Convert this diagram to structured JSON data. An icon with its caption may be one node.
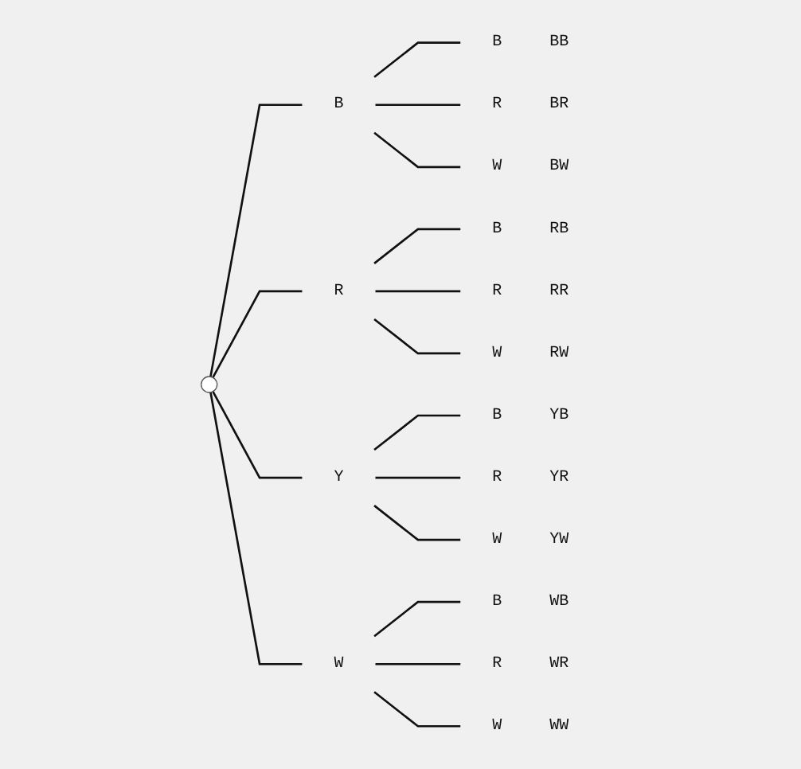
{
  "diagram": {
    "nodes": [
      {
        "text": [],
        "shape": "circle"
      },
      {
        "text": [
          "B"
        ]
      },
      {
        "text": [
          "R"
        ]
      },
      {
        "text": [
          "Y"
        ]
      },
      {
        "text": [
          "W"
        ]
      },
      {
        "text": [
          "B"
        ],
        "beside": [
          "BB"
        ]
      },
      {
        "text": [
          "R"
        ],
        "beside": [
          "BR"
        ]
      },
      {
        "text": [
          "W"
        ],
        "beside": [
          "BW"
        ]
      },
      {
        "text": [
          "B"
        ],
        "beside": [
          "RB"
        ]
      },
      {
        "text": [
          "R"
        ],
        "beside": [
          "RR"
        ]
      },
      {
        "text": [
          "W"
        ],
        "beside": [
          "RW"
        ]
      },
      {
        "text": [
          "B"
        ],
        "beside": [
          "YB"
        ]
      },
      {
        "text": [
          "R"
        ],
        "beside": [
          "YR"
        ]
      },
      {
        "text": [
          "W"
        ],
        "beside": [
          "YW"
        ]
      },
      {
        "text": [
          "B"
        ],
        "beside": [
          "WB"
        ]
      },
      {
        "text": [
          "R"
        ],
        "beside": [
          "WR"
        ]
      },
      {
        "text": [
          "W"
        ],
        "beside": [
          "WW"
        ]
      }
    ],
    "edges": [
      {
        "from": 0,
        "to": 1,
        "arrow": "none"
      },
      {
        "from": 0,
        "to": 2,
        "arrow": "none"
      },
      {
        "from": 0,
        "to": 3,
        "arrow": "none"
      },
      {
        "from": 0,
        "to": 4,
        "arrow": "none"
      },
      {
        "from": 1,
        "to": 5,
        "arrow": "none"
      },
      {
        "from": 1,
        "to": 6,
        "arrow": "none"
      },
      {
        "from": 1,
        "to": 7,
        "arrow": "none"
      },
      {
        "from": 2,
        "to": 8,
        "arrow": "none"
      },
      {
        "from": 2,
        "to": 9,
        "arrow": "none"
      },
      {
        "from": 2,
        "to": 10,
        "arrow": "none"
      },
      {
        "from": 3,
        "to": 11,
        "arrow": "none"
      },
      {
        "from": 3,
        "to": 12,
        "arrow": "none"
      },
      {
        "from": 3,
        "to": 13,
        "arrow": "none"
      },
      {
        "from": 4,
        "to": 14,
        "arrow": "none"
      },
      {
        "from": 4,
        "to": 15,
        "arrow": "none"
      },
      {
        "from": 4,
        "to": 16,
        "arrow": "none"
      }
    ]
  }
}
